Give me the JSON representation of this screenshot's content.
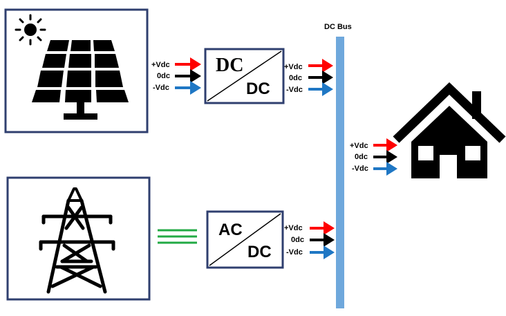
{
  "bus": {
    "label": "DC Bus",
    "color": "#6fa8dc"
  },
  "dcdc": {
    "top": "DC",
    "bottom": "DC"
  },
  "acdc": {
    "top": "AC",
    "bottom": "DC"
  },
  "rails": {
    "positive": "+Vdc",
    "zero": "0dc",
    "negative": "-Vdc"
  },
  "colors": {
    "frame": "#2f3f6f",
    "positive": "#ff0000",
    "zero": "#000000",
    "negative": "#1f77c4",
    "ac_line": "#22aa44"
  },
  "icons": [
    "sun-icon",
    "solar-panel-icon",
    "transmission-tower-icon",
    "house-icon"
  ]
}
